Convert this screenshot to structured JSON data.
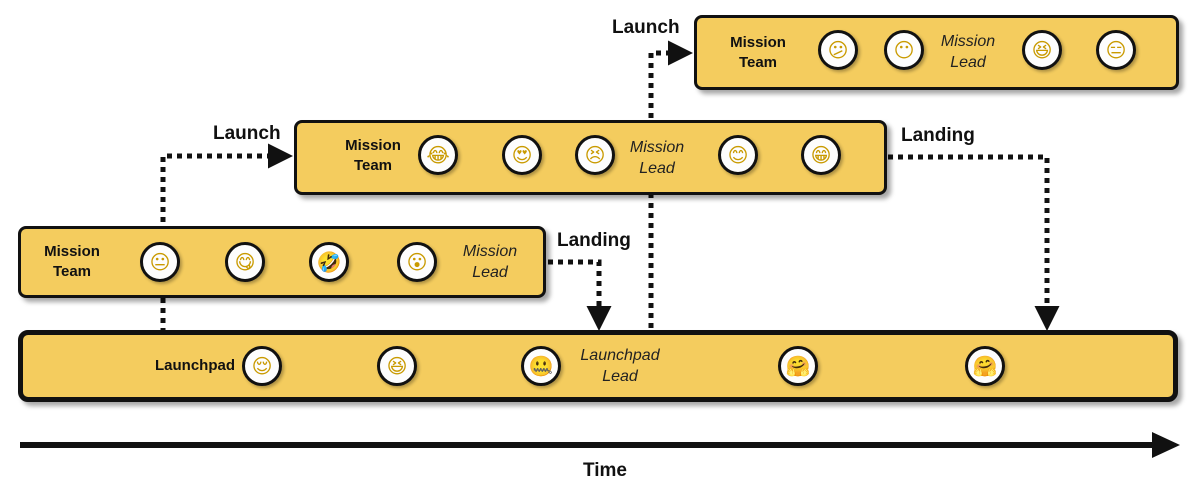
{
  "bars": [
    {
      "id": "top",
      "team_label": "Mission\nTeam",
      "lead_label": "Mission\nLead",
      "emojis": [
        "😕",
        "😶",
        "😆",
        "😑"
      ]
    },
    {
      "id": "middle",
      "team_label": "Mission\nTeam",
      "lead_label": "Mission\nLead",
      "emojis": [
        "😂",
        "😍",
        "😣",
        "😊",
        "😁"
      ]
    },
    {
      "id": "lower",
      "team_label": "Mission\nTeam",
      "lead_label": "Mission\nLead",
      "emojis": [
        "😐",
        "😋",
        "🤣",
        "😮"
      ]
    },
    {
      "id": "launchpad",
      "team_label": "Launchpad",
      "lead_label": "Launchpad\nLead",
      "emojis": [
        "😌",
        "😆",
        "🤐",
        "🤗",
        "🤗"
      ]
    }
  ],
  "arrows": {
    "launch_top": "Launch",
    "launch_middle": "Launch",
    "landing_middle": "Landing",
    "landing_lower": "Landing"
  },
  "time_label": "Time",
  "colors": {
    "bar_fill": "#f4cc5e",
    "outline": "#111111"
  }
}
